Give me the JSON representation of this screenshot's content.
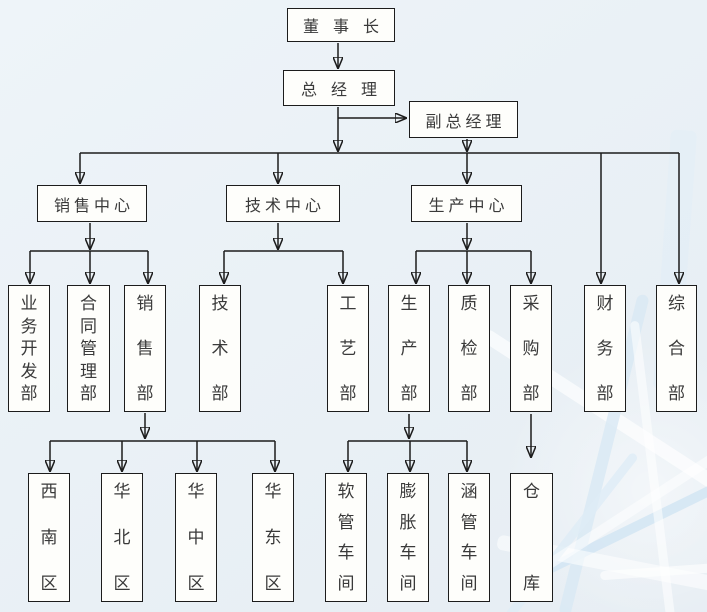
{
  "org_chart": {
    "executives": {
      "chairman": "董事长",
      "general_manager": "总经理",
      "deputy_general_manager": "副总经理"
    },
    "centers": {
      "sales": "销售中心",
      "technology": "技术中心",
      "production": "生产中心"
    },
    "departments": {
      "business_development": "业务开发部",
      "contract_management": "合同管理部",
      "sales": "销售部",
      "technology": "技术部",
      "craft": "工艺部",
      "production": "生产部",
      "quality_inspection": "质检部",
      "purchasing": "采购部",
      "finance": "财务部",
      "general_affairs": "综合部"
    },
    "sales_regions": {
      "southwest": "西南区",
      "north_china": "华北区",
      "central_china": "华中区",
      "east_china": "华东区"
    },
    "workshops": {
      "hose": "软管车间",
      "expansion": "膨胀车间",
      "culvert_pipe": "涵管车间"
    },
    "warehouse": "仓库",
    "colors": {
      "background": "#eaf1f6",
      "box_fill": "#fefefb",
      "box_border": "#1c1c1c",
      "line": "#1c1c1c",
      "text": "#3a3a3a"
    }
  }
}
